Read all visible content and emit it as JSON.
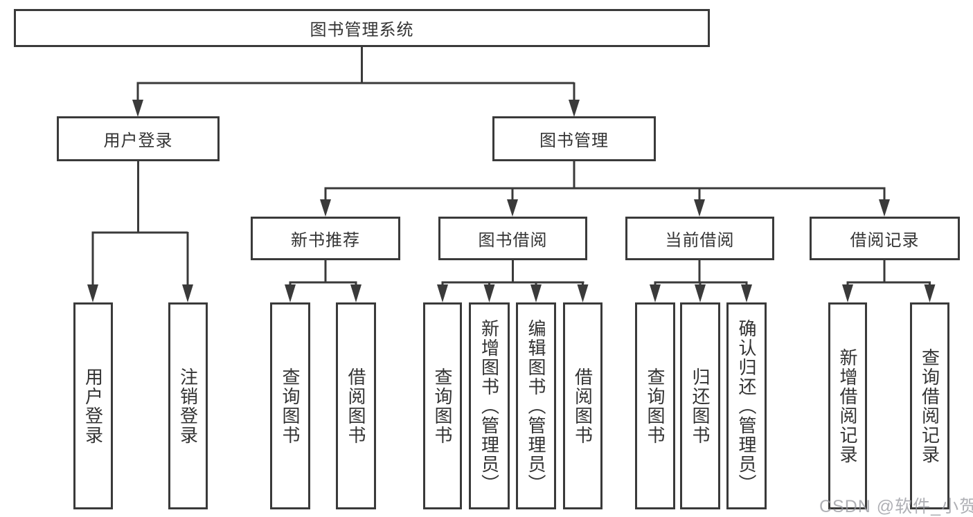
{
  "root": {
    "label": "图书管理系统"
  },
  "branches": [
    {
      "label": "用户登录",
      "children": [
        {
          "label": "用户登录"
        },
        {
          "label": "注销登录"
        }
      ]
    },
    {
      "label": "图书管理",
      "groups": [
        {
          "label": "新书推荐",
          "children": [
            {
              "label": "查询图书"
            },
            {
              "label": "借阅图书"
            }
          ]
        },
        {
          "label": "图书借阅",
          "children": [
            {
              "label": "查询图书"
            },
            {
              "label": "新增图书（管理员）"
            },
            {
              "label": "编辑图书（管理员）"
            },
            {
              "label": "借阅图书"
            }
          ]
        },
        {
          "label": "当前借阅",
          "children": [
            {
              "label": "查询图书"
            },
            {
              "label": "归还图书"
            },
            {
              "label": "确认归还（管理员）"
            }
          ]
        },
        {
          "label": "借阅记录",
          "children": [
            {
              "label": "新增借阅记录"
            },
            {
              "label": "查询借阅记录"
            }
          ]
        }
      ]
    }
  ],
  "watermark": {
    "text": "CSDN @软件_小贺同学"
  },
  "colors": {
    "line": "#3a3a3a",
    "text": "#333333",
    "background": "#ffffff",
    "watermark": "#94969c"
  }
}
